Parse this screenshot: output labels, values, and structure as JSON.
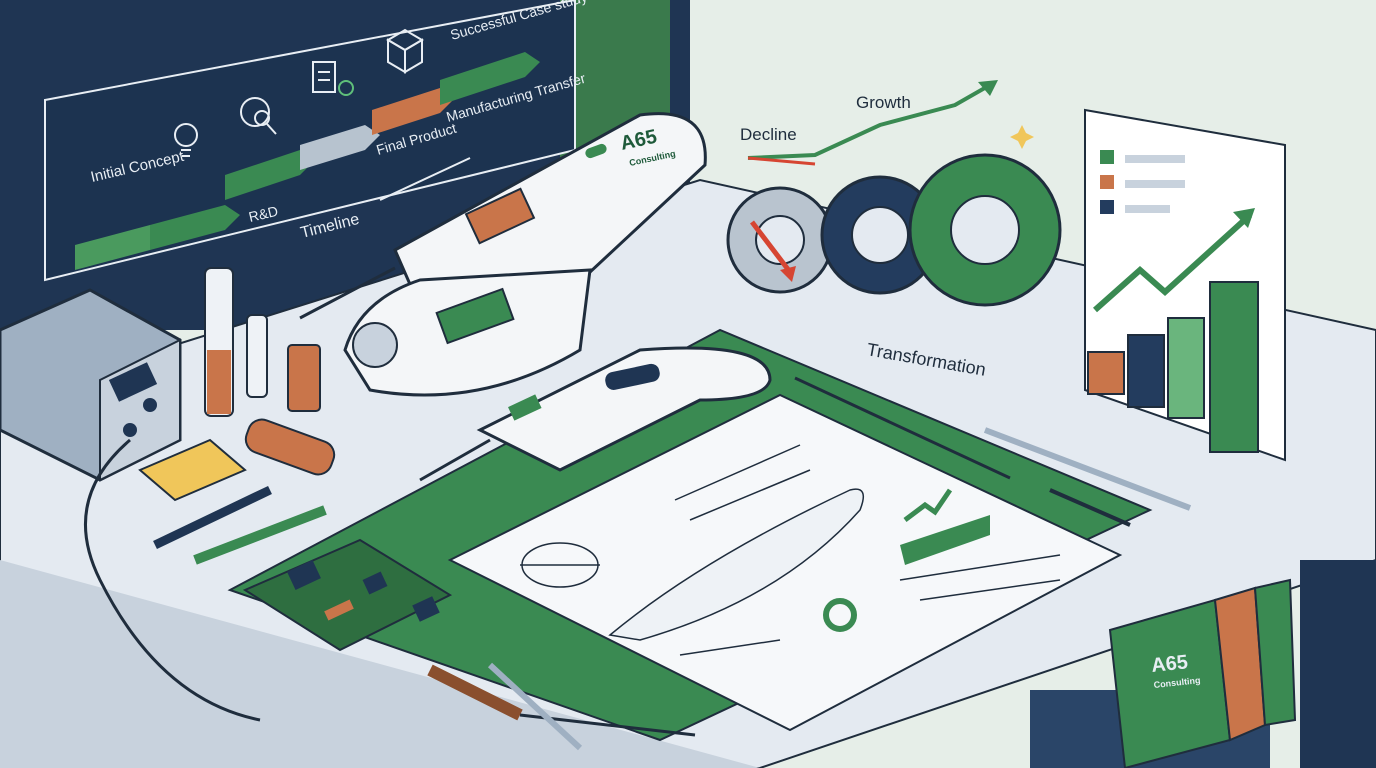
{
  "whiteboard": {
    "timeline_steps": [
      "Initial Concept",
      "R&D",
      "Final Product",
      "Manufacturing Transfer",
      "Successful Case study"
    ],
    "timeline_label": "Timeline"
  },
  "performance": {
    "decline_label": "Decline",
    "growth_label": "Growth",
    "transformation_label": "Transformation"
  },
  "device": {
    "brand": "A65",
    "brand_sub": "Consulting"
  },
  "binder": {
    "brand": "A65",
    "brand_sub": "Consulting"
  },
  "colors": {
    "navy": "#1e3a5c",
    "green": "#3a8a52",
    "dark_green": "#2e6e40",
    "copper": "#c9754a",
    "grey_blue": "#9fb0c2",
    "desk": "#dfe6ee"
  }
}
